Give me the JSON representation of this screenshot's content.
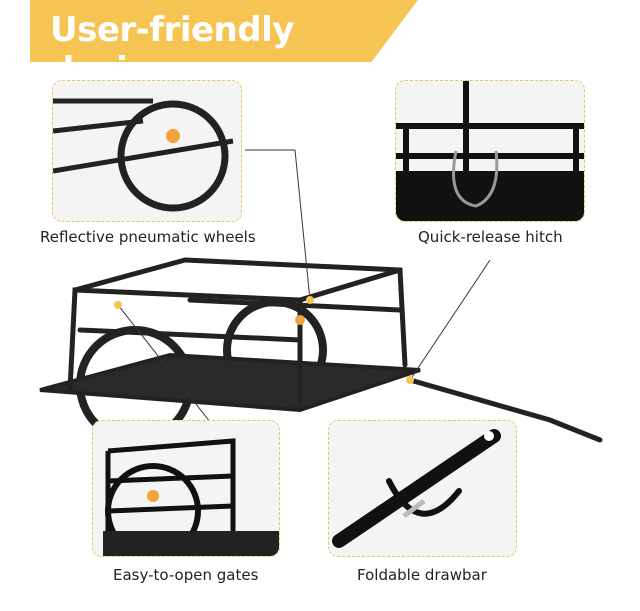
{
  "header": {
    "title": "User-friendly design",
    "color": "#F5C453"
  },
  "features": [
    {
      "label": "Reflective pneumatic wheels"
    },
    {
      "label": "Quick-release hitch"
    },
    {
      "label": "Easy-to-open gates"
    },
    {
      "label": "Foldable drawbar"
    }
  ],
  "colors": {
    "callout_border": "#E9C46A",
    "frame": "#1a1a1a",
    "reflector": "#F2A33A"
  }
}
